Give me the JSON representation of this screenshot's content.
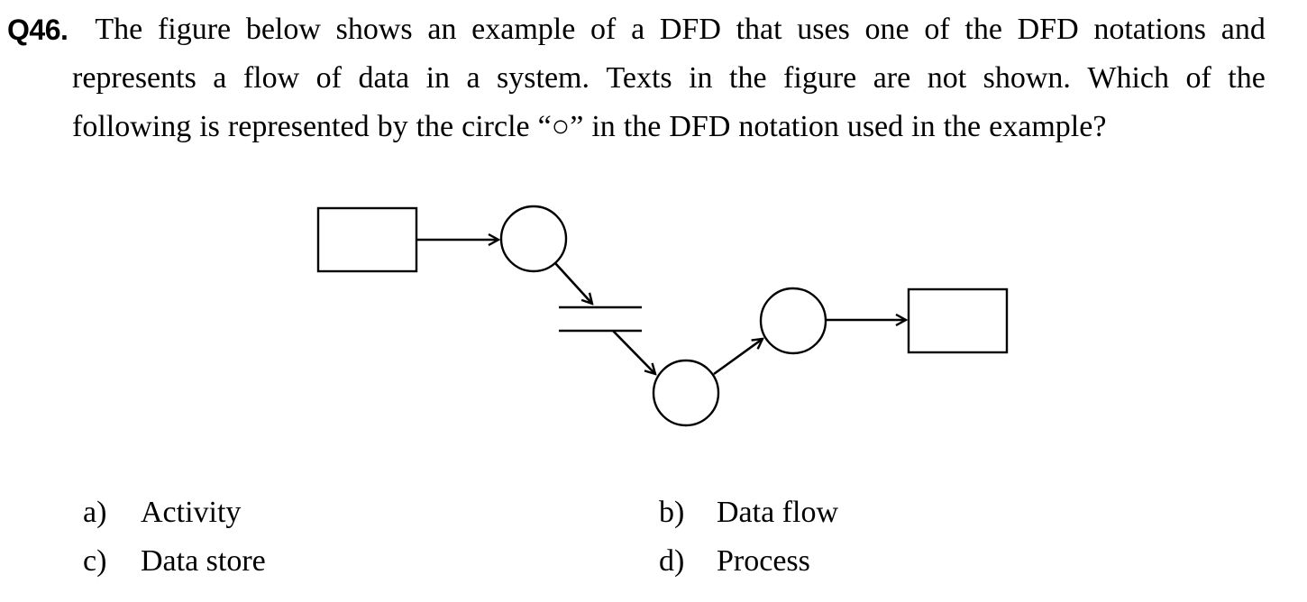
{
  "question": {
    "number": "Q46.",
    "line1_words": [
      "The",
      "figure",
      "below",
      "shows",
      "an",
      "example",
      "of",
      "a",
      "DFD",
      "that",
      "uses",
      "one",
      "of",
      "the",
      "DFD",
      "notations",
      "and"
    ],
    "line2_words": [
      "represents",
      "a",
      "flow",
      "of",
      "data",
      "in",
      "a",
      "system.",
      "Texts",
      "in",
      "the",
      "figure",
      "are",
      "not",
      "shown.",
      "Which",
      "of",
      "the"
    ],
    "line3_words": [
      "following",
      "is",
      "represented",
      "by",
      "the",
      "circle",
      "“○”",
      "in",
      "the",
      "DFD",
      "notation",
      "used",
      "in",
      "the",
      "example?"
    ]
  },
  "options": [
    {
      "label": "a)",
      "text": "Activity"
    },
    {
      "label": "b)",
      "text": "Data flow"
    },
    {
      "label": "c)",
      "text": "Data store"
    },
    {
      "label": "d)",
      "text": "Process"
    }
  ],
  "diagram": {
    "stroke_color": "#000000",
    "fill_color": "#ffffff"
  }
}
